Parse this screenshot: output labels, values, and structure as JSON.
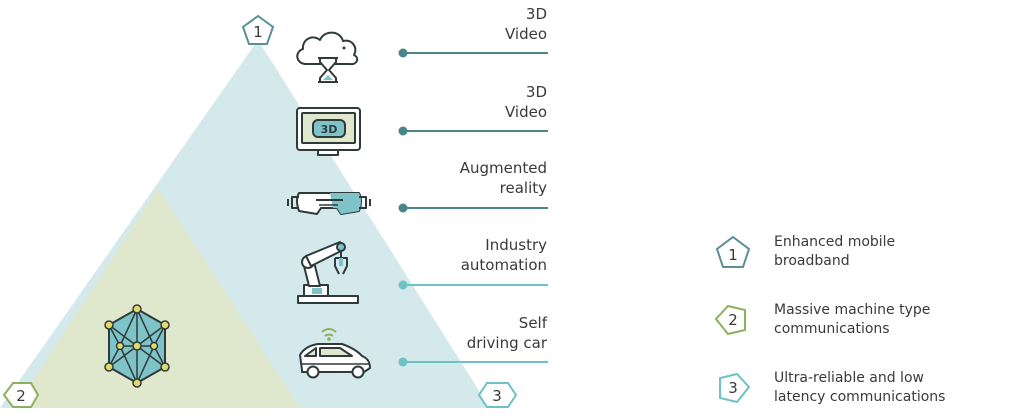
{
  "vertices": [
    {
      "num": "1",
      "color": "#5b8f93"
    },
    {
      "num": "2",
      "color": "#8cb15b"
    },
    {
      "num": "3",
      "color": "#6cc2c4"
    }
  ],
  "items": [
    {
      "line1": "3D",
      "line2": "Video",
      "icon": "cloud-hourglass-icon"
    },
    {
      "line1": "3D",
      "line2": "Video",
      "icon": "monitor-3d-icon",
      "badge": "3D"
    },
    {
      "line1": "Augmented",
      "line2": "reality",
      "icon": "vr-goggles-icon"
    },
    {
      "line1": "Industry",
      "line2": "automation",
      "icon": "robot-arm-icon"
    },
    {
      "line1": "Self",
      "line2": "driving car",
      "icon": "car-icon"
    }
  ],
  "legend": [
    {
      "num": "1",
      "line1": "Enhanced mobile",
      "line2": "broadband"
    },
    {
      "num": "2",
      "line1": "Massive machine type",
      "line2": "communications"
    },
    {
      "num": "3",
      "line1": "Ultra-reliable and low",
      "line2": "latency communications"
    }
  ],
  "colors": {
    "blue_fill": "#d3e9eb",
    "green_fill": "#dfe8cd",
    "dark_line": "#4a8589",
    "light_line": "#6cc2c4",
    "icon_stroke": "#2f3b3b",
    "icon_fill": "#7ec3c7",
    "node_fill": "#e3d96a"
  }
}
